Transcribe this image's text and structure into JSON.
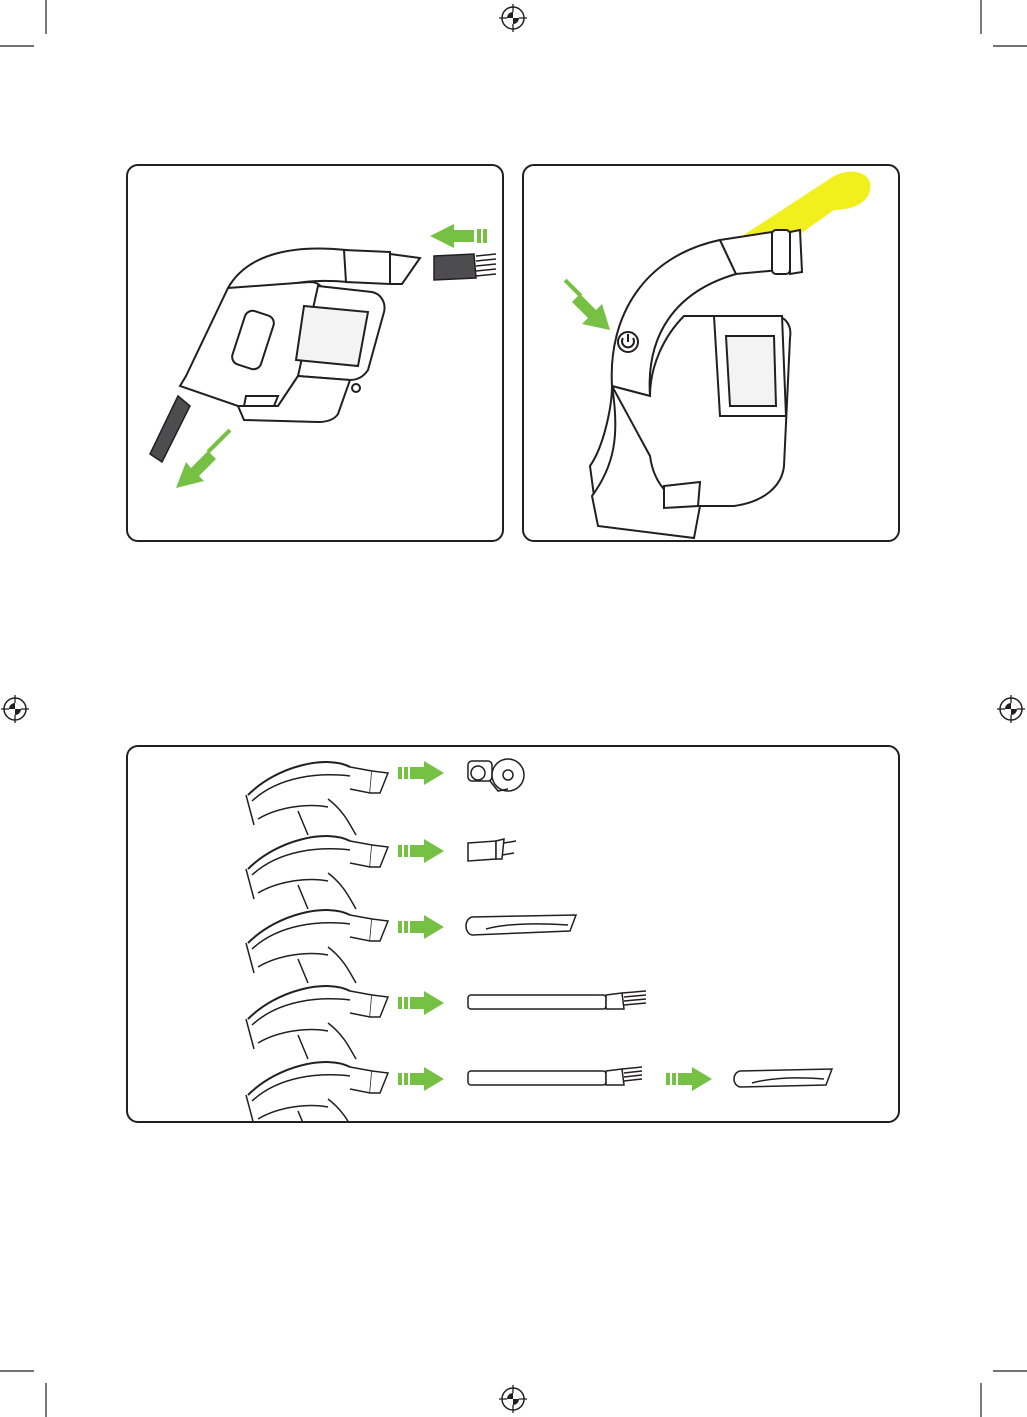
{
  "page": {
    "background": "#ffffff",
    "stroke_color": "#231f20"
  },
  "colors": {
    "arrow_green": "#76c043",
    "light_beam_yellow": "#f2ef1f",
    "accessory_dark": "#4d4d4f",
    "device_outline": "#231f20"
  },
  "icons": {
    "registration": "registration-mark-icon",
    "insert_arrow": "green-arrow-icon",
    "power_button": "power-icon"
  },
  "panels": {
    "top_left": {
      "description_items": [
        "handheld-vacuum",
        "brush-attachment",
        "crevice-attachment"
      ]
    },
    "top_right": {
      "description_items": [
        "handheld-vacuum-front",
        "power-button",
        "led-light-beam"
      ]
    },
    "accessory_chart": {
      "rows": [
        {
          "attachments": [
            "motorized-pet-brush"
          ]
        },
        {
          "attachments": [
            "dusting-brush"
          ]
        },
        {
          "attachments": [
            "crevice-tool"
          ]
        },
        {
          "attachments": [
            "extension-wand-with-brush"
          ]
        },
        {
          "attachments": [
            "extension-wand-with-brush",
            "crevice-tool"
          ]
        }
      ]
    }
  }
}
